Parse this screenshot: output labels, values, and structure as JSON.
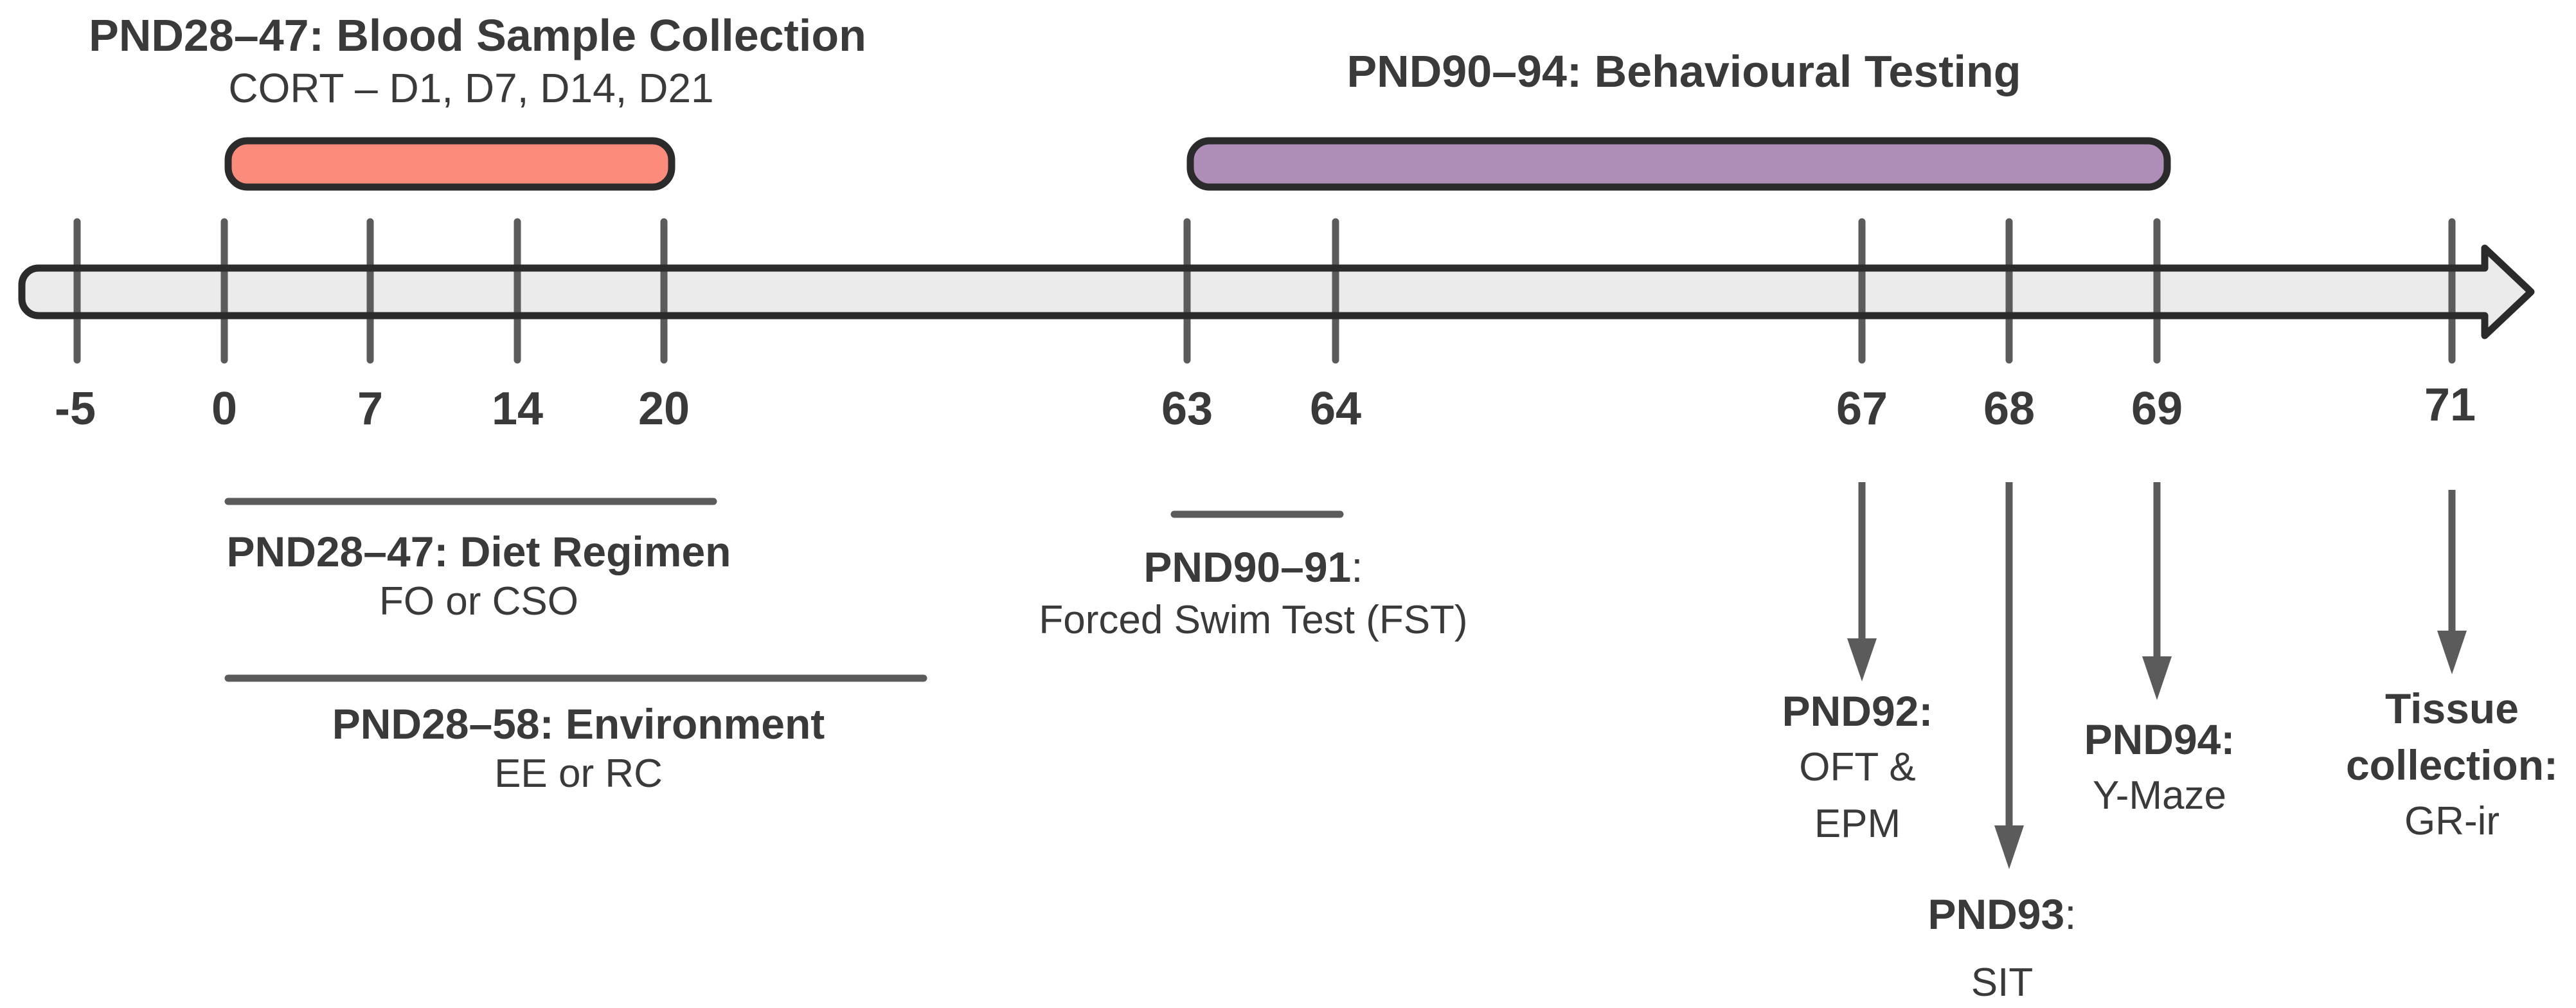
{
  "figure": {
    "colors": {
      "blood_bar": "#fb8c7b",
      "behaviour_bar": "#ae8db6",
      "timeline_fill": "#ebebeb",
      "outline": "#2b2b2b",
      "marks": "#5b5b5b",
      "text": "#3a3a3a"
    },
    "top_periods": [
      {
        "title": "PND28–47: Blood Sample Collection",
        "subtitle": "CORT – D1, D7, D14, D21"
      },
      {
        "title": "PND90–94: Behavioural Testing"
      }
    ],
    "timeline": {
      "tick_labels": [
        "-5",
        "0",
        "7",
        "14",
        "20",
        "63",
        "64",
        "67",
        "68",
        "69",
        "71"
      ]
    },
    "below_periods": [
      {
        "title": "PND28–47: Diet Regimen",
        "subtitle": "FO or CSO"
      },
      {
        "title": "PND28–58: Environment",
        "subtitle": "EE or RC"
      },
      {
        "title": "PND90–91",
        "colon": ":",
        "subtitle": "Forced Swim Test (FST)"
      }
    ],
    "events": [
      {
        "name": "PND92:",
        "details": [
          "OFT &",
          "EPM"
        ]
      },
      {
        "name": "PND93",
        "colon": ":",
        "details": [
          "SIT"
        ]
      },
      {
        "name": "PND94:",
        "details": [
          "Y-Maze"
        ]
      },
      {
        "name_lines": [
          "Tissue",
          "collection:"
        ],
        "details": [
          "GR-ir"
        ]
      }
    ]
  }
}
